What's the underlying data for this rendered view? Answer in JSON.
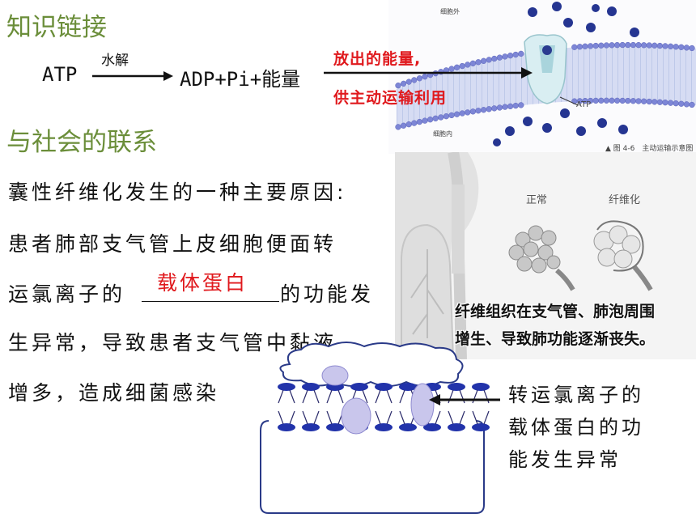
{
  "sections": {
    "knowledge_link": "知识链接",
    "social_link": "与社会的联系"
  },
  "equation": {
    "reactant": "ATP",
    "arrow_label": "水解",
    "products": "ADP+Pi+能量"
  },
  "energy_note": {
    "line1": "放出的能量,",
    "line2": "供主动运输利用"
  },
  "membrane_figure": {
    "outside_label": "细胞外",
    "inside_label": "细胞内",
    "atp_label": "ATP",
    "caption": "▲ 图 4-6　主动运输示意图"
  },
  "paragraph": {
    "lines": [
      "囊性纤维化发生的一种主要原因:",
      "患者肺部支气管上皮细胞便面转",
      "运氯离子的",
      "的功能发",
      "生异常，导致患者支气管中黏液",
      "增多，造成细菌感染"
    ],
    "blank_answer": "载体蛋白"
  },
  "lung_figure": {
    "normal_label": "正常",
    "fibrosis_label": "纤维化",
    "caption_line1": "纤维组织在支气管、肺泡周围",
    "caption_line2": "增生、导致肺功能逐渐丧失。"
  },
  "diagram_note": {
    "line1": "转运氯离子的",
    "line2": "载体蛋白的功",
    "line3": "能发生异常"
  },
  "colors": {
    "title_green": "#6b8e3a",
    "answer_red": "#e0191d",
    "head_blue": "#2233aa",
    "protein_lavender": "#c9c6ec"
  }
}
